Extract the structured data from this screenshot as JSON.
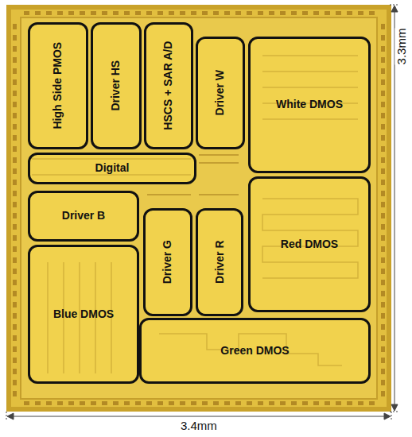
{
  "diagram": {
    "nodes": [
      {
        "text": [
          "High Side PMOS"
        ]
      },
      {
        "text": [
          "Driver HS"
        ]
      },
      {
        "text": [
          "HSCS + SAR A/D"
        ]
      },
      {
        "text": [
          "Driver W"
        ]
      },
      {
        "text": [
          "White DMOS"
        ]
      },
      {
        "text": [
          "Digital"
        ]
      },
      {
        "text": [
          "Driver B"
        ]
      },
      {
        "text": [
          "Red DMOS"
        ]
      },
      {
        "text": [
          "Driver G"
        ]
      },
      {
        "text": [
          "Driver R"
        ]
      },
      {
        "text": [
          "Blue DMOS"
        ]
      },
      {
        "text": [
          "Green DMOS"
        ]
      }
    ],
    "labels": [
      "3.3mm",
      "3.4mm"
    ]
  }
}
